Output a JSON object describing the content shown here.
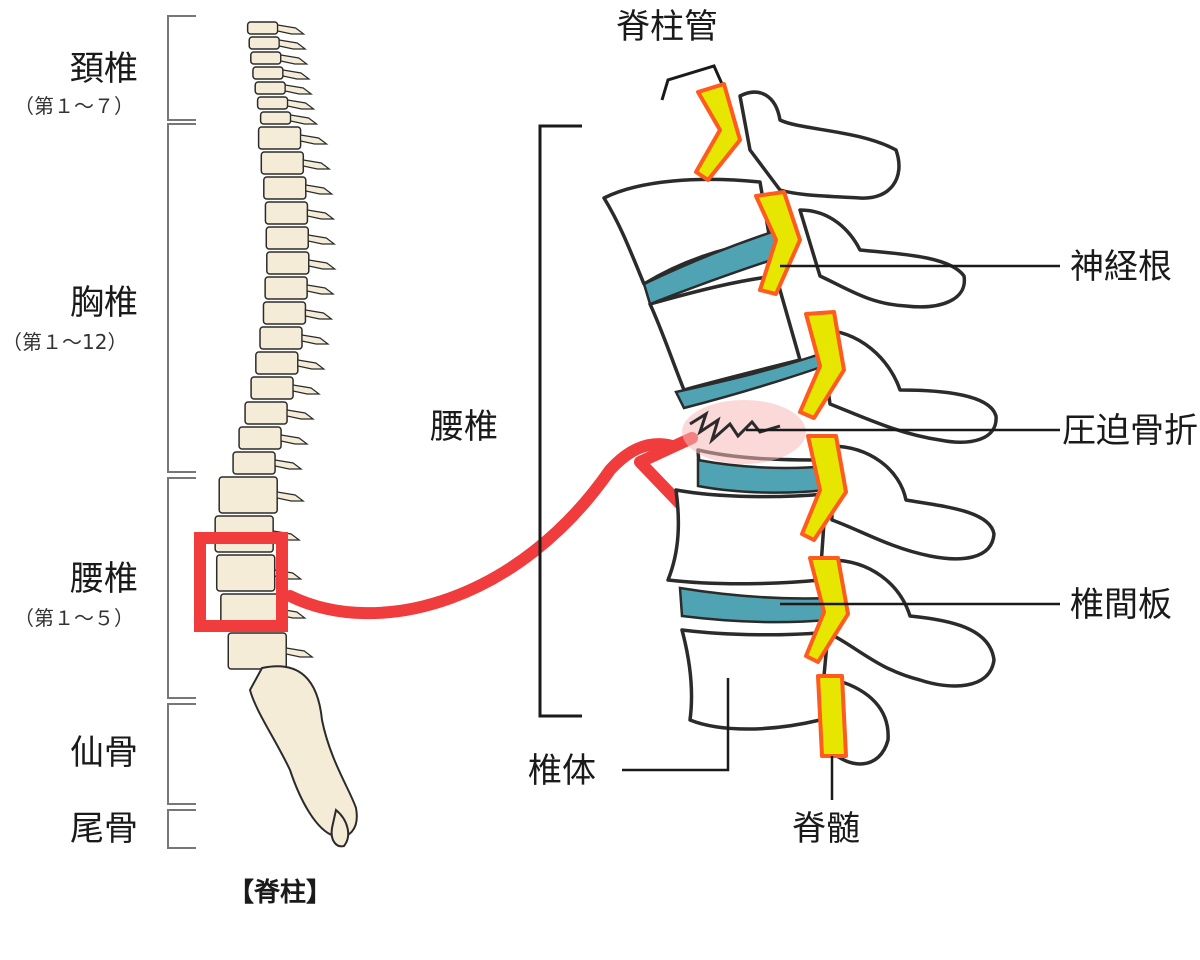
{
  "spine_regions": [
    {
      "name": "頚椎",
      "range": "（第１～７）"
    },
    {
      "name": "胸椎",
      "range": "（第１～12）"
    },
    {
      "name": "腰椎",
      "range": "（第１～５）"
    },
    {
      "name": "仙骨",
      "range": ""
    },
    {
      "name": "尾骨",
      "range": ""
    }
  ],
  "caption": "【脊柱】",
  "detail": {
    "section_label": "腰椎",
    "labels": {
      "spinal_canal": "脊柱管",
      "nerve_root": "神経根",
      "compression_fracture": "圧迫骨折",
      "intervertebral_disc": "椎間板",
      "vertebral_body": "椎体",
      "spinal_cord": "脊髄"
    }
  },
  "colors": {
    "bone_fill": "#f5ecd8",
    "bone_stroke": "#2b2b2b",
    "disc": "#4fa3b3",
    "spinal_cord": "#e6e600",
    "nerve_outline": "#ff5a1f",
    "highlight": "#f03c3c",
    "fracture_glow": "#f7b9b9"
  }
}
